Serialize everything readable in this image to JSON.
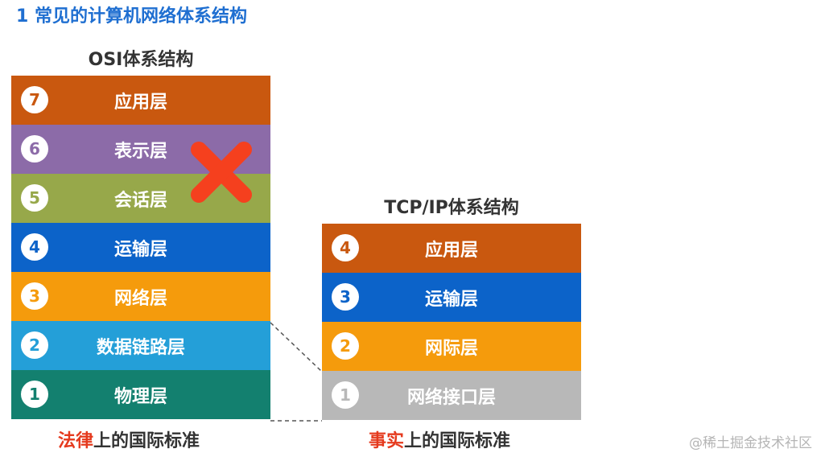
{
  "title": "1 常见的计算机网络体系结构",
  "osi": {
    "title": "OSI体系结构",
    "layers": [
      {
        "number": "7",
        "name": "应用层",
        "color": "#c9580f"
      },
      {
        "number": "6",
        "name": "表示层",
        "color": "#8c6ba8"
      },
      {
        "number": "5",
        "name": "会话层",
        "color": "#97a84a"
      },
      {
        "number": "4",
        "name": "运输层",
        "color": "#0c63c9"
      },
      {
        "number": "3",
        "name": "网络层",
        "color": "#f59b0c"
      },
      {
        "number": "2",
        "name": "数据链路层",
        "color": "#249fd8"
      },
      {
        "number": "1",
        "name": "物理层",
        "color": "#13806f"
      }
    ],
    "caption_emphasis": "法律",
    "caption_rest": "上的国际标准"
  },
  "tcpip": {
    "title": "TCP/IP体系结构",
    "layers": [
      {
        "number": "4",
        "name": "应用层",
        "color": "#c9580f"
      },
      {
        "number": "3",
        "name": "运输层",
        "color": "#0c63c9"
      },
      {
        "number": "2",
        "name": "网际层",
        "color": "#f59b0c"
      },
      {
        "number": "1",
        "name": "网络接口层",
        "color": "#b8b8b8"
      }
    ],
    "caption_emphasis": "事实",
    "caption_rest": "上的国际标准"
  },
  "cross_color": "#f5401e",
  "watermark": "@稀土掘金技术社区"
}
